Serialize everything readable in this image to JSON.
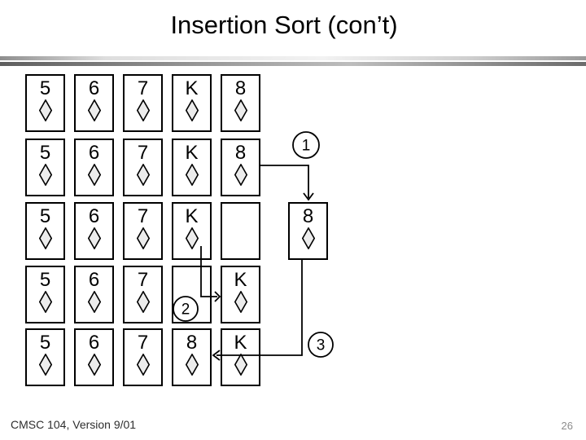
{
  "title": "Insertion Sort (con’t)",
  "footer": {
    "left": "CMSC 104, Version 9/01",
    "page": "26"
  },
  "annotations": [
    {
      "id": "step-1",
      "label": "1"
    },
    {
      "id": "step-2",
      "label": "2"
    },
    {
      "id": "step-3",
      "label": "3"
    }
  ],
  "card_rows": [
    {
      "name": "row-1",
      "cards": [
        {
          "col": 0,
          "rank": "5",
          "suit": "diamond"
        },
        {
          "col": 1,
          "rank": "6",
          "suit": "diamond"
        },
        {
          "col": 2,
          "rank": "7",
          "suit": "diamond"
        },
        {
          "col": 3,
          "rank": "K",
          "suit": "diamond"
        },
        {
          "col": 4,
          "rank": "8",
          "suit": "diamond"
        }
      ]
    },
    {
      "name": "row-2",
      "cards": [
        {
          "col": 0,
          "rank": "5",
          "suit": "diamond"
        },
        {
          "col": 1,
          "rank": "6",
          "suit": "diamond"
        },
        {
          "col": 2,
          "rank": "7",
          "suit": "diamond"
        },
        {
          "col": 3,
          "rank": "K",
          "suit": "diamond"
        },
        {
          "col": 4,
          "rank": "8",
          "suit": "diamond"
        }
      ]
    },
    {
      "name": "row-3",
      "cards": [
        {
          "col": 0,
          "rank": "5",
          "suit": "diamond"
        },
        {
          "col": 1,
          "rank": "6",
          "suit": "diamond"
        },
        {
          "col": 2,
          "rank": "7",
          "suit": "diamond"
        },
        {
          "col": 3,
          "rank": "K",
          "suit": "diamond"
        },
        {
          "col": 4,
          "rank": "",
          "suit": ""
        },
        {
          "col": 5,
          "rank": "8",
          "suit": "diamond"
        }
      ]
    },
    {
      "name": "row-4",
      "cards": [
        {
          "col": 0,
          "rank": "5",
          "suit": "diamond"
        },
        {
          "col": 1,
          "rank": "6",
          "suit": "diamond"
        },
        {
          "col": 2,
          "rank": "7",
          "suit": "diamond"
        },
        {
          "col": 3,
          "rank": "",
          "suit": ""
        },
        {
          "col": 4,
          "rank": "K",
          "suit": "diamond"
        }
      ]
    },
    {
      "name": "row-5",
      "cards": [
        {
          "col": 0,
          "rank": "5",
          "suit": "diamond"
        },
        {
          "col": 1,
          "rank": "6",
          "suit": "diamond"
        },
        {
          "col": 2,
          "rank": "7",
          "suit": "diamond"
        },
        {
          "col": 3,
          "rank": "8",
          "suit": "diamond"
        },
        {
          "col": 4,
          "rank": "K",
          "suit": "diamond"
        }
      ]
    }
  ],
  "colors": {
    "card_fill": "#ffffff",
    "card_border": "#000000",
    "diamond_fill": "#ececec",
    "line": "#000000",
    "page_number": "#8c8c8c"
  }
}
